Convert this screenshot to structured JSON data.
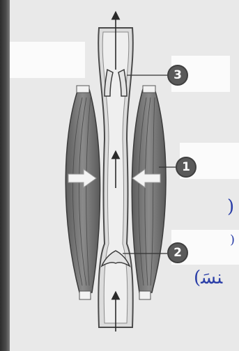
{
  "diagram": {
    "labels": [
      {
        "number": "1"
      },
      {
        "number": "2"
      },
      {
        "number": "3"
      }
    ],
    "handwriting": {
      "line_top": ")",
      "line_mid": ")",
      "line_bottom": "(ﻨﺴَ"
    },
    "colors": {
      "background": "#e9e9e9",
      "badge": "#5a5a5a",
      "muscle": "#707070",
      "vein_fill": "#dcdcdc",
      "ink": "#2b3fa8"
    }
  }
}
